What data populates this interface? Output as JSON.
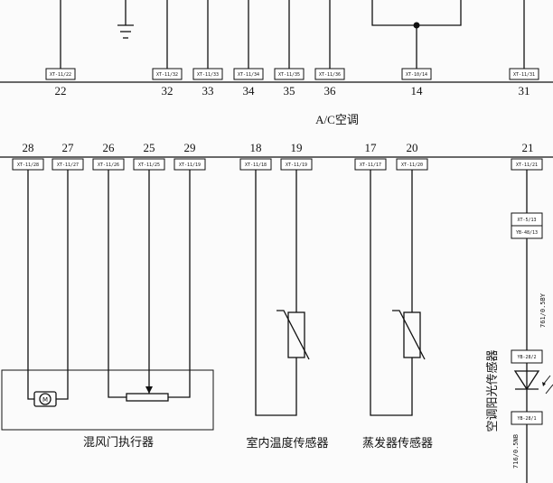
{
  "title": "A/C空调",
  "top_connectors": [
    {
      "pin": "22",
      "tag": "XT-11/22"
    },
    {
      "pin": "32",
      "tag": "XT-11/32"
    },
    {
      "pin": "33",
      "tag": "XT-11/33"
    },
    {
      "pin": "34",
      "tag": "XT-11/34"
    },
    {
      "pin": "35",
      "tag": "XT-11/35"
    },
    {
      "pin": "36",
      "tag": "XT-11/36"
    },
    {
      "pin": "14",
      "tag": "XT-10/14"
    },
    {
      "pin": "31",
      "tag": "XT-11/31"
    }
  ],
  "bottom_connectors": [
    {
      "pin": "28",
      "tag": "XT-11/28"
    },
    {
      "pin": "27",
      "tag": "XT-11/27"
    },
    {
      "pin": "26",
      "tag": "XT-11/26"
    },
    {
      "pin": "25",
      "tag": "XT-11/25"
    },
    {
      "pin": "29",
      "tag": "XT-11/19"
    },
    {
      "pin": "18",
      "tag": "XT-11/18"
    },
    {
      "pin": "19",
      "tag": "XT-11/19"
    },
    {
      "pin": "17",
      "tag": "XT-11/17"
    },
    {
      "pin": "20",
      "tag": "XT-11/20"
    },
    {
      "pin": "21",
      "tag": "XT-11/21"
    }
  ],
  "right_connectors": [
    "XT-5/13",
    "YB-48/13",
    "YB-28/2",
    "YB-28/1"
  ],
  "wire_labels": {
    "upper": "761/0.5BY",
    "lower": "716/0.5NB"
  },
  "motor_symbol": "M",
  "components": {
    "mix_door": "混风门执行器",
    "cabin_sensor": "室内温度传感器",
    "evap_sensor": "蒸发器传感器",
    "sun_sensor": "空调阳光传感器"
  }
}
